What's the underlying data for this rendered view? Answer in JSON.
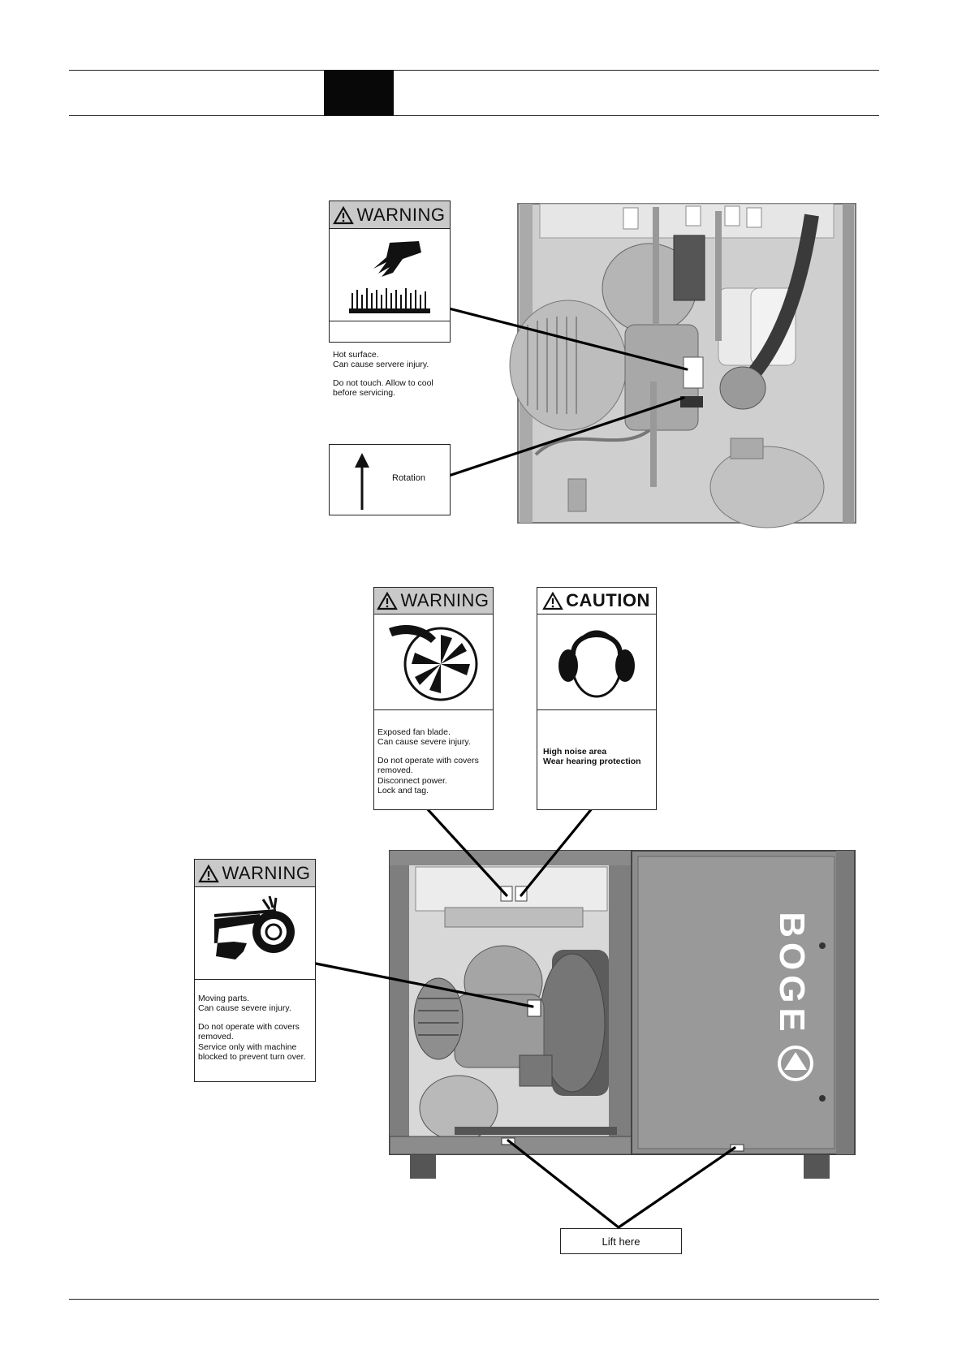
{
  "sign_hot_surface": {
    "header": "WARNING",
    "line1": "Hot surface.",
    "line2": "Can cause servere injury.",
    "line3": "Do not touch. Allow to cool",
    "line4": "before servicing.",
    "icon": "hot-surface-hand-icon"
  },
  "sign_rotation": {
    "label": "Rotation",
    "icon": "arrow-up-icon"
  },
  "sign_fan": {
    "header": "WARNING",
    "line1": "Exposed fan blade.",
    "line2": "Can cause severe injury.",
    "line3": "Do not operate with covers",
    "line4": "removed.",
    "line5": "Disconnect power.",
    "line6": "Lock and tag.",
    "icon": "fan-blade-hand-icon"
  },
  "sign_noise": {
    "header": "CAUTION",
    "line1": "High noise area",
    "line2": "Wear hearing protection",
    "icon": "hearing-protection-icon"
  },
  "sign_moving": {
    "header": "WARNING",
    "line1": "Moving parts.",
    "line2": "Can cause severe injury.",
    "line3": "Do not operate with covers",
    "line4": "removed.",
    "line5": "Service only with machine",
    "line6": "blocked to prevent turn over.",
    "icon": "belt-pinch-hand-icon"
  },
  "lift": {
    "label": "Lift here"
  },
  "brand": {
    "logo_text": "BOGE"
  },
  "colors": {
    "header_gray": "#c9c9c9",
    "line": "#111111"
  }
}
